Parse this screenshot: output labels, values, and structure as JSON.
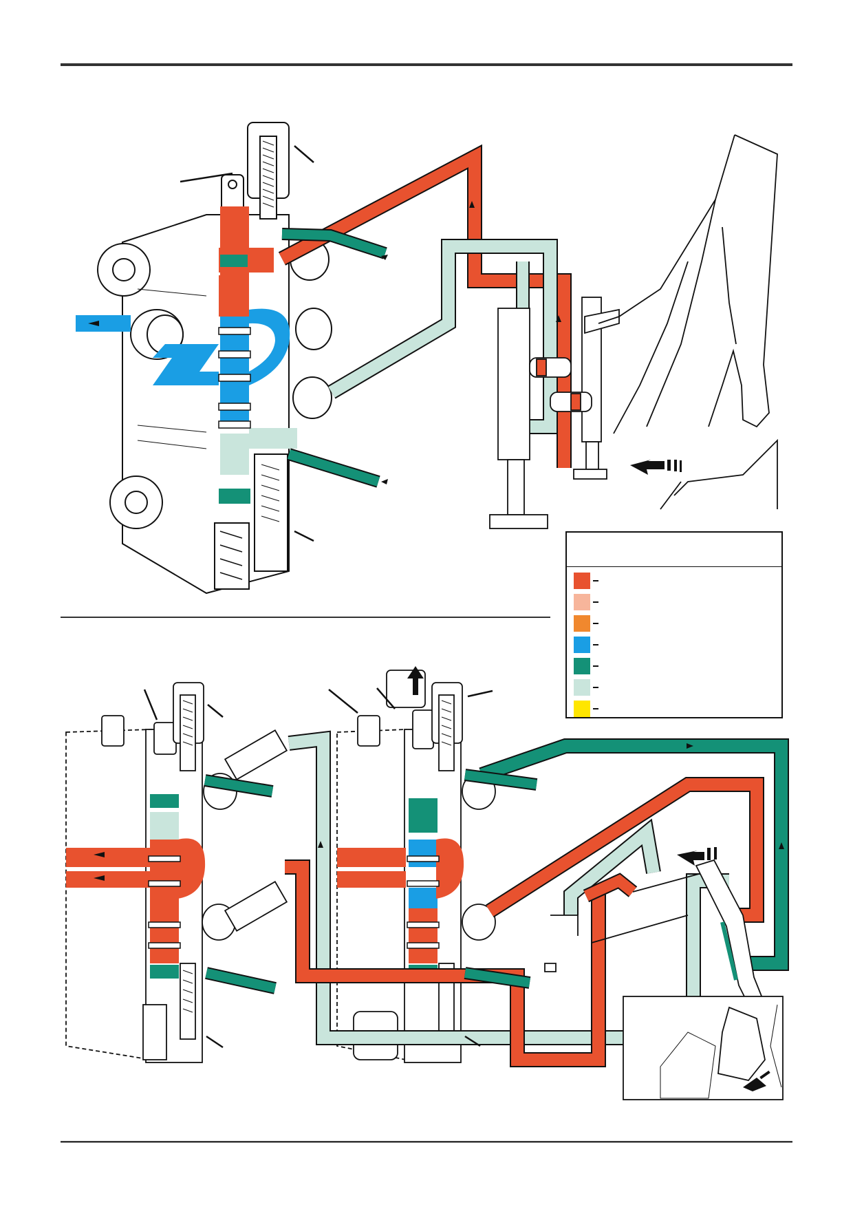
{
  "colors": {
    "pressure_red": "#e8522f",
    "light_salmon": "#f7b59b",
    "orange": "#f0882e",
    "blue": "#1a9ee4",
    "dark_green": "#149177",
    "pale_green": "#c9e5dc",
    "yellow": "#ffe600"
  },
  "legend": {
    "swatches": [
      {
        "name": "legend-swatch-pressure-red",
        "color": "#e8522f"
      },
      {
        "name": "legend-swatch-light-salmon",
        "color": "#f7b59b"
      },
      {
        "name": "legend-swatch-orange",
        "color": "#f0882e"
      },
      {
        "name": "legend-swatch-blue",
        "color": "#1a9ee4"
      },
      {
        "name": "legend-swatch-dark-green",
        "color": "#149177"
      },
      {
        "name": "legend-swatch-pale-green",
        "color": "#c9e5dc"
      },
      {
        "name": "legend-swatch-yellow",
        "color": "#ffe600"
      }
    ]
  },
  "icons": [
    "valve-block-icon",
    "stabiliser-leg-icon",
    "backhoe-arm-icon",
    "motion-arrow-icon",
    "bucket-digging-icon"
  ]
}
